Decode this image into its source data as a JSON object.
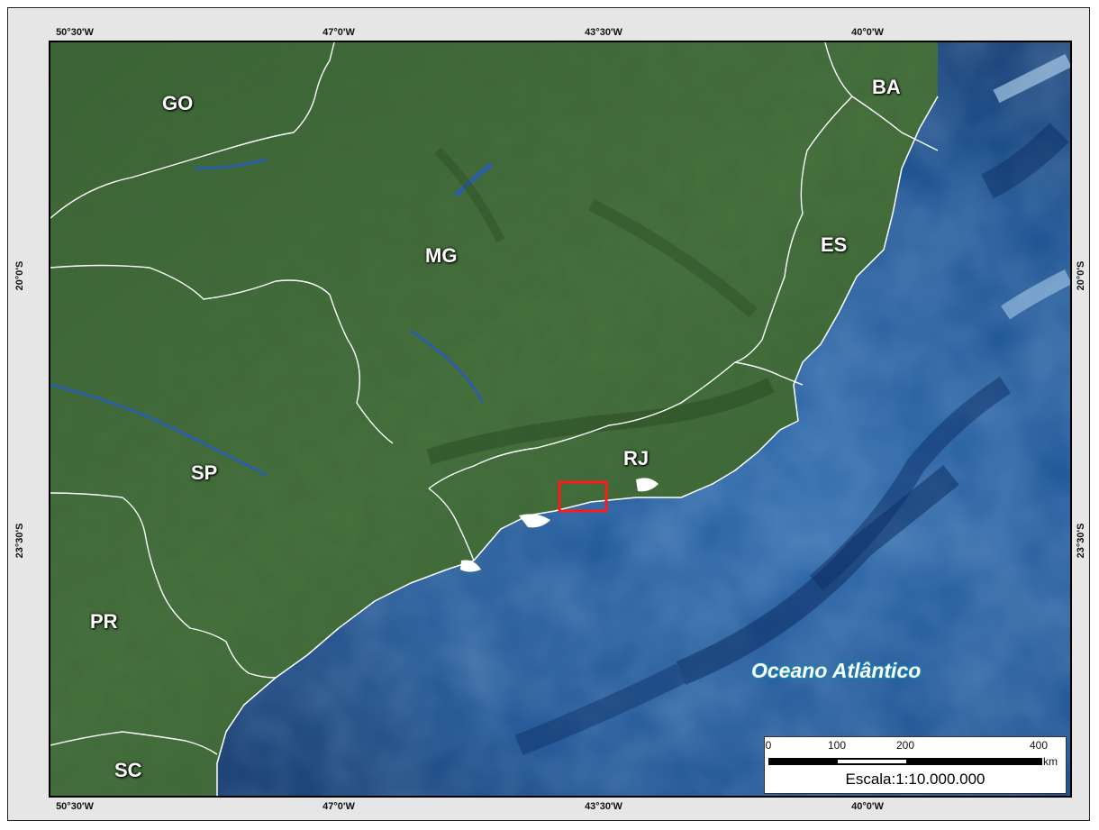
{
  "graticule": {
    "longitudes": [
      "50°30'W",
      "47°0'W",
      "43°30'W",
      "40°0'W"
    ],
    "latitudes": [
      "20°0'S",
      "23°30'S"
    ]
  },
  "states": {
    "go": "GO",
    "ba": "BA",
    "mg": "MG",
    "es": "ES",
    "sp": "SP",
    "rj": "RJ",
    "pr": "PR",
    "sc": "SC"
  },
  "ocean_label": "Oceano Atlântico",
  "scale": {
    "ticks": [
      "0",
      "100",
      "200",
      "400"
    ],
    "unit": "km",
    "label": "Escala:",
    "ratio": "1:10.000.000"
  },
  "colors": {
    "land": "#3f6a3a",
    "ocean": "#1a4f8c",
    "border": "#ffffff",
    "study_area": "#ff1a1a"
  }
}
